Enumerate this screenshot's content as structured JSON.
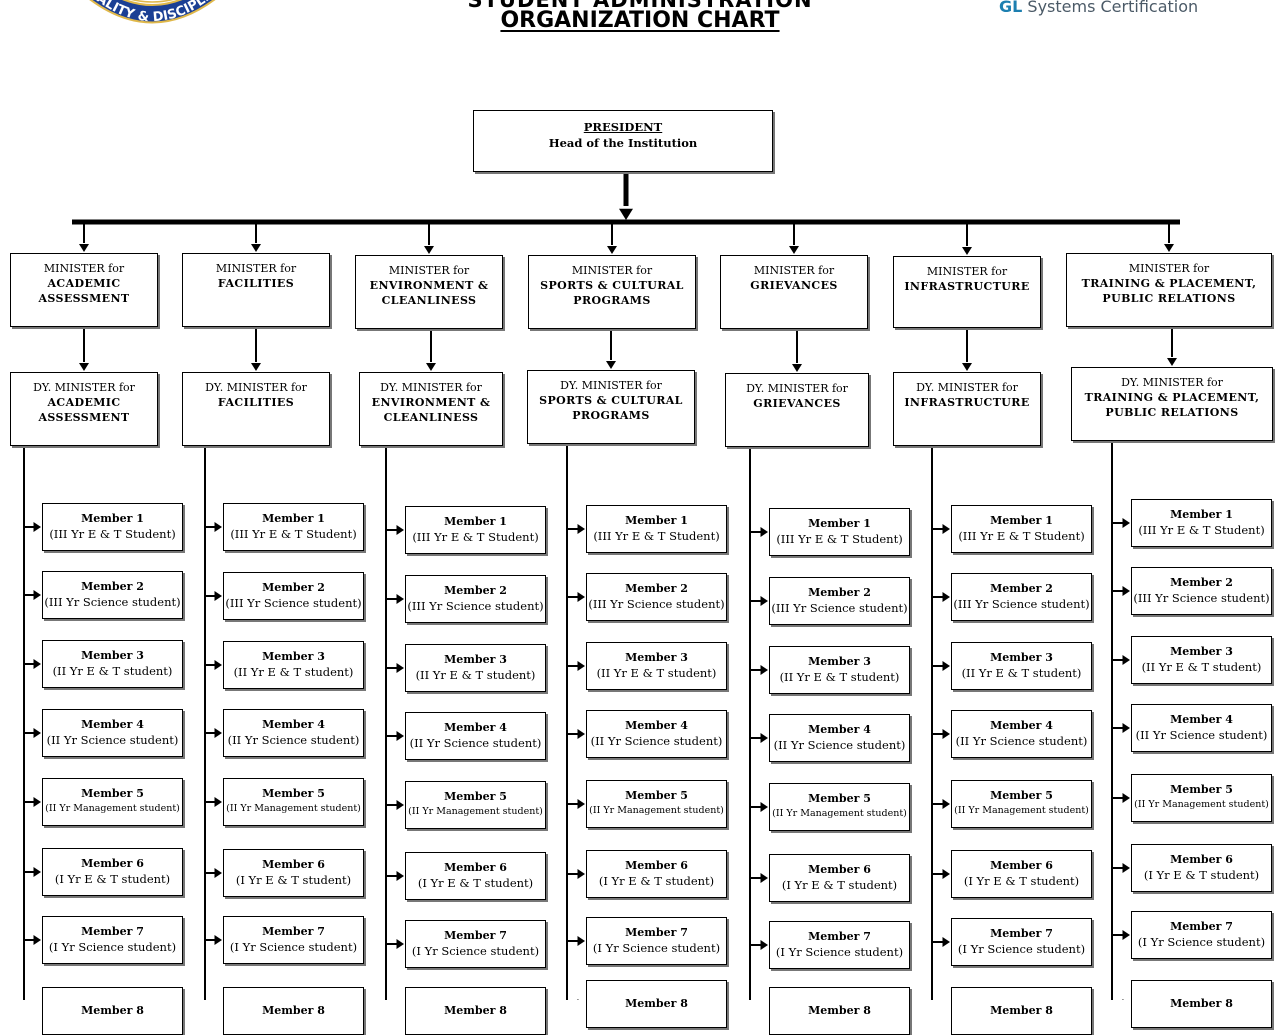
{
  "header": {
    "heading_top": "STUDENT ADMINISTRATION",
    "title": "ORGANIZATION CHART",
    "seal_text": "QUALITY & DISCIPLINE",
    "cert_prefix": "GL",
    "cert_rest": " Systems Certification"
  },
  "colors": {
    "ink": "#000000",
    "seal_blue": "#1b3f94",
    "seal_gold": "#e0b84a",
    "cert_blue": "#1d7fb0",
    "cert_gray": "#4b5a67"
  },
  "president": {
    "title": "PRESIDENT",
    "subtitle": "Head of the Institution"
  },
  "ministries": [
    {
      "minister_label": "MINISTER for",
      "deputy_label": "DY. MINISTER for",
      "dept_lines": [
        "ACADEMIC",
        "ASSESSMENT"
      ],
      "members": [
        {
          "label": "Member 1",
          "detail": "(III Yr E & T Student)"
        },
        {
          "label": "Member 2",
          "detail": "(III Yr Science student)"
        },
        {
          "label": "Member 3",
          "detail": "(II Yr E & T student)"
        },
        {
          "label": "Member 4",
          "detail": "(II Yr Science student)"
        },
        {
          "label": "Member 5",
          "detail": "(II Yr Management student)"
        },
        {
          "label": "Member 6",
          "detail": "(I Yr E & T student)"
        },
        {
          "label": "Member 7",
          "detail": "(I Yr Science student)"
        },
        {
          "label": "Member 8",
          "detail": ""
        }
      ]
    },
    {
      "minister_label": "MINISTER for",
      "deputy_label": "DY. MINISTER for",
      "dept_lines": [
        "FACILITIES"
      ],
      "members": [
        {
          "label": "Member 1",
          "detail": "(III Yr E & T Student)"
        },
        {
          "label": "Member 2",
          "detail": "(III Yr Science student)"
        },
        {
          "label": "Member 3",
          "detail": "(II Yr E & T student)"
        },
        {
          "label": "Member 4",
          "detail": "(II Yr Science student)"
        },
        {
          "label": "Member 5",
          "detail": "(II Yr Management student)"
        },
        {
          "label": "Member 6",
          "detail": "(I Yr E & T student)"
        },
        {
          "label": "Member 7",
          "detail": "(I Yr Science student)"
        },
        {
          "label": "Member 8",
          "detail": ""
        }
      ]
    },
    {
      "minister_label": "MINISTER for",
      "deputy_label": "DY. MINISTER for",
      "dept_lines": [
        "ENVIRONMENT &",
        "CLEANLINESS"
      ],
      "members": [
        {
          "label": "Member 1",
          "detail": "(III Yr E & T Student)"
        },
        {
          "label": "Member 2",
          "detail": "(III Yr Science student)"
        },
        {
          "label": "Member 3",
          "detail": "(II Yr E & T student)"
        },
        {
          "label": "Member 4",
          "detail": "(II Yr Science student)"
        },
        {
          "label": "Member 5",
          "detail": "(II Yr Management student)"
        },
        {
          "label": "Member 6",
          "detail": "(I Yr E & T student)"
        },
        {
          "label": "Member 7",
          "detail": "(I Yr Science student)"
        },
        {
          "label": "Member 8",
          "detail": ""
        }
      ]
    },
    {
      "minister_label": "MINISTER for",
      "deputy_label": "DY. MINISTER for",
      "dept_lines": [
        "SPORTS & CULTURAL",
        "PROGRAMS"
      ],
      "members": [
        {
          "label": "Member 1",
          "detail": "(III Yr E & T Student)"
        },
        {
          "label": "Member 2",
          "detail": "(III Yr Science student)"
        },
        {
          "label": "Member 3",
          "detail": "(II Yr E & T student)"
        },
        {
          "label": "Member 4",
          "detail": "(II Yr Science student)"
        },
        {
          "label": "Member 5",
          "detail": "(II Yr Management student)"
        },
        {
          "label": "Member 6",
          "detail": "(I Yr E & T student)"
        },
        {
          "label": "Member 7",
          "detail": "(I Yr Science student)"
        },
        {
          "label": "Member 8",
          "detail": ""
        }
      ]
    },
    {
      "minister_label": "MINISTER for",
      "deputy_label": "DY. MINISTER for",
      "dept_lines": [
        "GRIEVANCES"
      ],
      "members": [
        {
          "label": "Member 1",
          "detail": "(III Yr E & T Student)"
        },
        {
          "label": "Member 2",
          "detail": "(III Yr Science student)"
        },
        {
          "label": "Member 3",
          "detail": "(II Yr E & T student)"
        },
        {
          "label": "Member 4",
          "detail": "(II Yr Science student)"
        },
        {
          "label": "Member 5",
          "detail": "(II Yr Management student)"
        },
        {
          "label": "Member 6",
          "detail": "(I Yr E & T student)"
        },
        {
          "label": "Member 7",
          "detail": "(I Yr Science student)"
        },
        {
          "label": "Member 8",
          "detail": ""
        }
      ]
    },
    {
      "minister_label": "MINISTER for",
      "deputy_label": "DY. MINISTER for",
      "dept_lines": [
        "INFRASTRUCTURE"
      ],
      "members": [
        {
          "label": "Member 1",
          "detail": "(III Yr E & T Student)"
        },
        {
          "label": "Member 2",
          "detail": "(III Yr Science student)"
        },
        {
          "label": "Member 3",
          "detail": "(II Yr E & T student)"
        },
        {
          "label": "Member 4",
          "detail": "(II Yr Science student)"
        },
        {
          "label": "Member 5",
          "detail": "(II Yr Management student)"
        },
        {
          "label": "Member 6",
          "detail": "(I Yr E & T student)"
        },
        {
          "label": "Member 7",
          "detail": "(I Yr Science student)"
        },
        {
          "label": "Member 8",
          "detail": ""
        }
      ]
    },
    {
      "minister_label": "MINISTER for",
      "deputy_label": "DY. MINISTER for",
      "dept_lines": [
        "TRAINING & PLACEMENT,",
        "PUBLIC RELATIONS"
      ],
      "members": [
        {
          "label": "Member 1",
          "detail": "(III Yr E & T Student)"
        },
        {
          "label": "Member 2",
          "detail": "(III Yr Science student)"
        },
        {
          "label": "Member 3",
          "detail": "(II Yr E & T student)"
        },
        {
          "label": "Member 4",
          "detail": "(II Yr Science student)"
        },
        {
          "label": "Member 5",
          "detail": "(II Yr Management student)"
        },
        {
          "label": "Member 6",
          "detail": "(I Yr E & T student)"
        },
        {
          "label": "Member 7",
          "detail": "(I Yr Science student)"
        },
        {
          "label": "Member 8",
          "detail": ""
        }
      ]
    }
  ]
}
